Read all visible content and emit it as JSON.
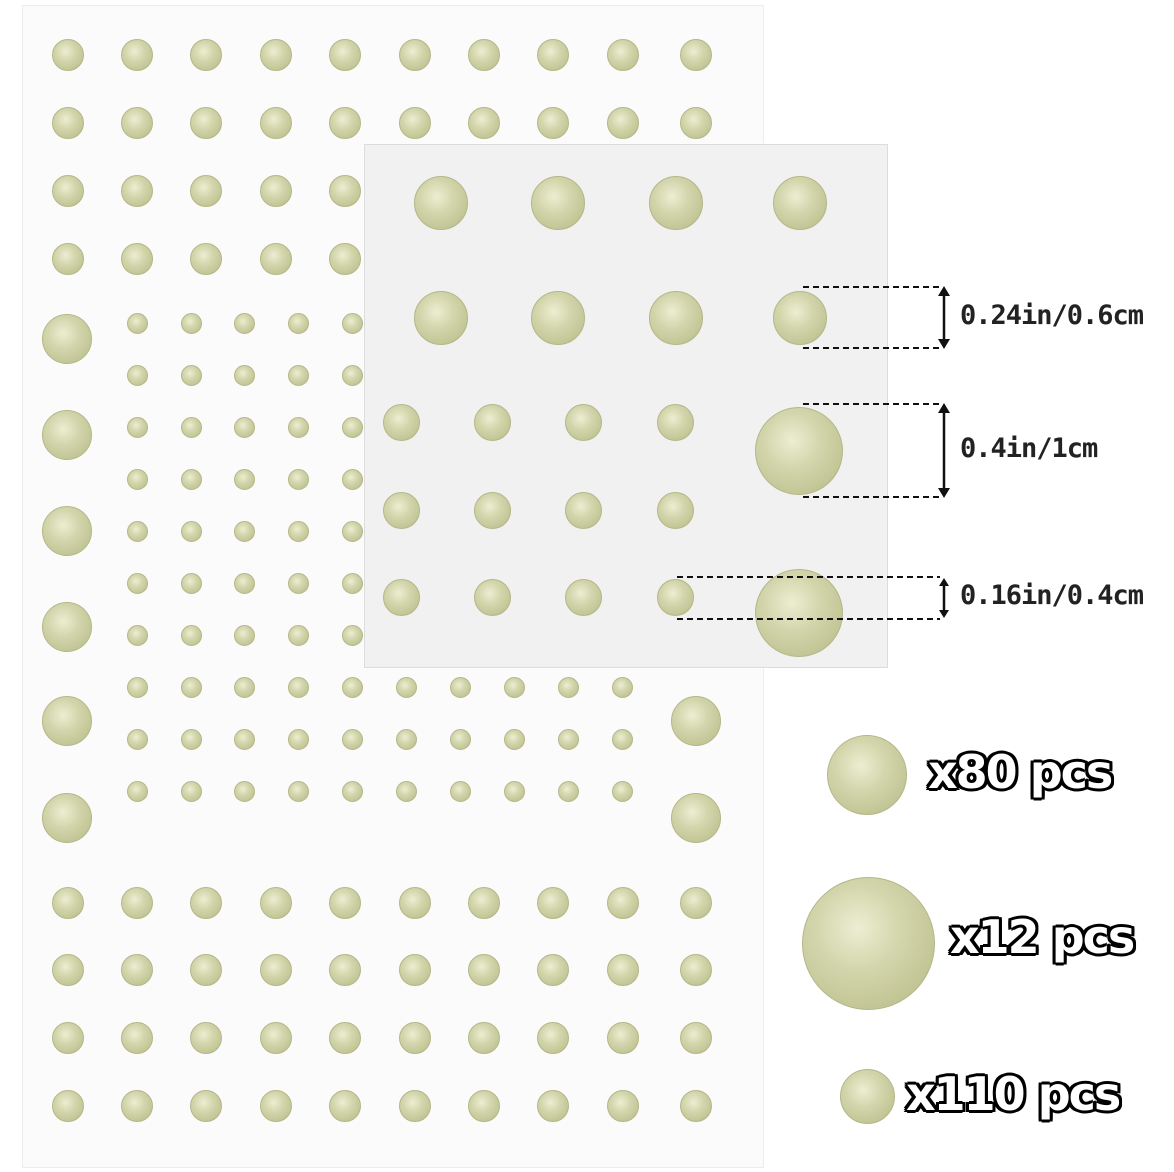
{
  "measurements": {
    "medium": "0.24in/0.6cm",
    "large": "0.4in/1cm",
    "small": "0.16in/0.4cm"
  },
  "counts": {
    "medium": "x80 pcs",
    "large": "x12 pcs",
    "small": "x110 pcs"
  },
  "colors": {
    "dot": "#cfd2a6",
    "sheet": "#fbfbfb",
    "inset": "#f1f1f1"
  }
}
